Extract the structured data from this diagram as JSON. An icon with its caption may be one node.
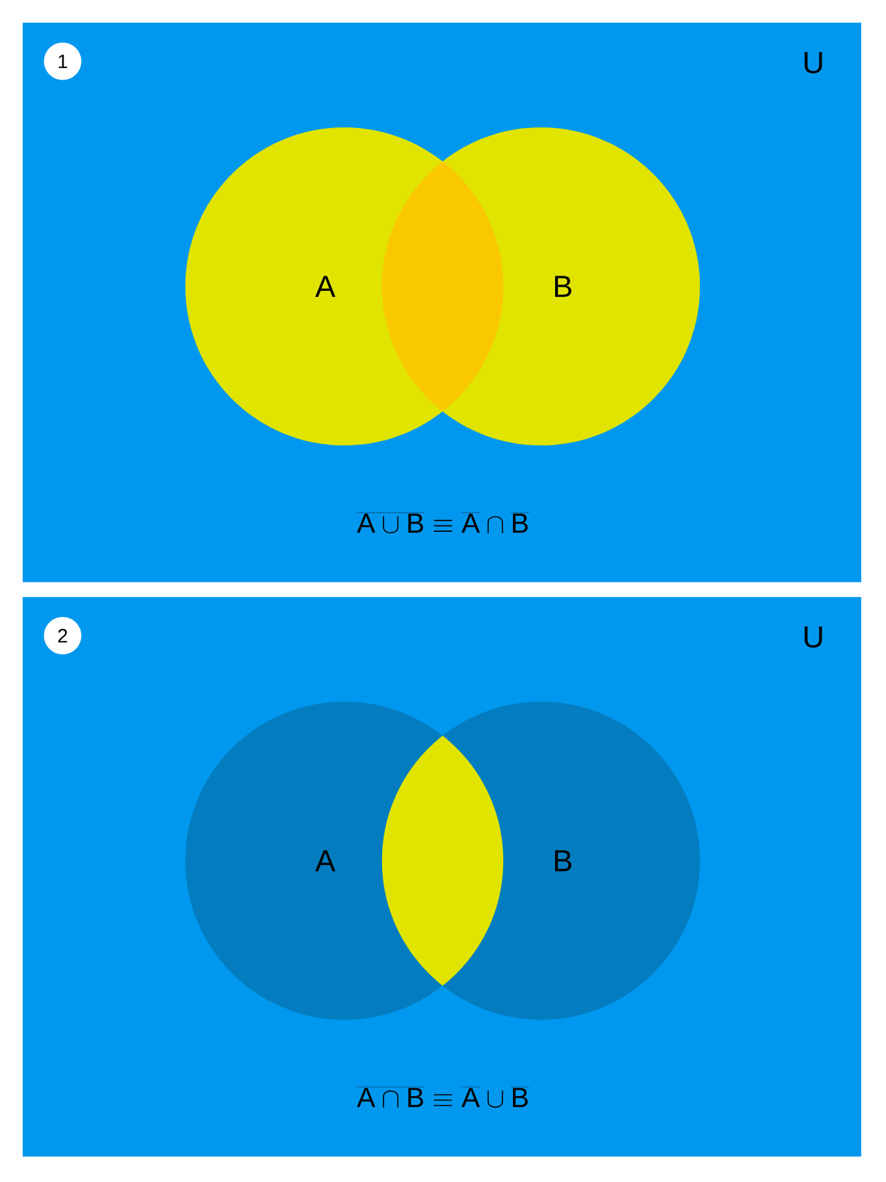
{
  "diagram": {
    "nodes": [
      {
        "text": [
          "U",
          "\\overline{\\mathsf{A}\\cup\\mathsf{B}}\\equiv\\overline{\\mathsf{A}}\\cap\\overline{\\mathsf{B}}"
        ]
      },
      {
        "text": [
          "1"
        ],
        "in": 0
      },
      {
        "text": [
          "A"
        ],
        "in": 0
      },
      {
        "text": [
          "B"
        ],
        "in": 0
      },
      {
        "text": [
          "U",
          "\\overline{\\mathsf{A}\\cap\\mathsf{B}}\\equiv\\overline{\\mathsf{A}}\\cup\\overline{\\mathsf{B}}"
        ]
      },
      {
        "text": [
          "2"
        ],
        "in": 4
      },
      {
        "text": [
          "A"
        ],
        "in": 4
      },
      {
        "text": [
          "B"
        ],
        "in": 4
      }
    ]
  }
}
